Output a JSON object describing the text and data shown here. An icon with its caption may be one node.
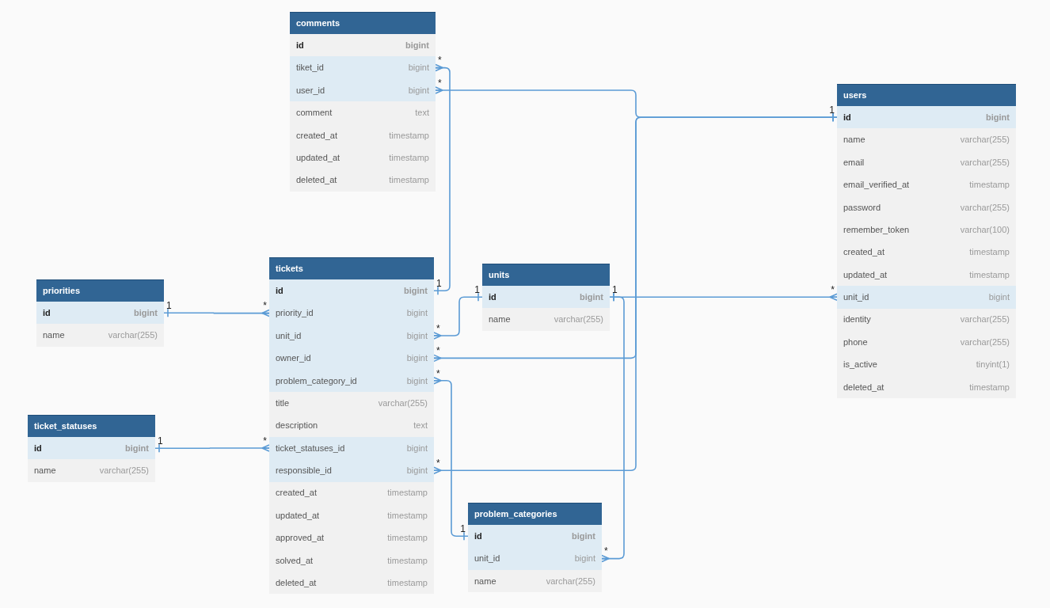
{
  "diagram": {
    "nodes": [
      {
        "text": [
          "comments"
        ]
      },
      {
        "text": [
          "id",
          "bigint"
        ],
        "in": 0
      },
      {
        "text": [
          "tiket_id",
          "bigint"
        ],
        "in": 0,
        "beside": [
          "*"
        ]
      },
      {
        "text": [
          "user_id",
          "bigint"
        ],
        "in": 0,
        "beside": [
          "*"
        ]
      },
      {
        "text": [
          "comment",
          "text"
        ],
        "in": 0
      },
      {
        "text": [
          "created_at",
          "timestamp"
        ],
        "in": 0
      },
      {
        "text": [
          "updated_at",
          "timestamp"
        ],
        "in": 0
      },
      {
        "text": [
          "deleted_at",
          "timestamp"
        ],
        "in": 0
      },
      {
        "text": [
          "users"
        ]
      },
      {
        "text": [
          "id",
          "bigint"
        ],
        "in": 8,
        "beside": [
          "1"
        ]
      },
      {
        "text": [
          "name",
          "varchar(255)"
        ],
        "in": 8
      },
      {
        "text": [
          "email",
          "varchar(255)"
        ],
        "in": 8
      },
      {
        "text": [
          "email_verified_at",
          "timestamp"
        ],
        "in": 8
      },
      {
        "text": [
          "password",
          "varchar(255)"
        ],
        "in": 8
      },
      {
        "text": [
          "remember_token",
          "varchar(100)"
        ],
        "in": 8
      },
      {
        "text": [
          "created_at",
          "timestamp"
        ],
        "in": 8
      },
      {
        "text": [
          "updated_at",
          "timestamp"
        ],
        "in": 8
      },
      {
        "text": [
          "unit_id",
          "bigint"
        ],
        "in": 8,
        "beside": [
          "*"
        ]
      },
      {
        "text": [
          "identity",
          "varchar(255)"
        ],
        "in": 8
      },
      {
        "text": [
          "phone",
          "varchar(255)"
        ],
        "in": 8
      },
      {
        "text": [
          "is_active",
          "tinyint(1)"
        ],
        "in": 8
      },
      {
        "text": [
          "deleted_at",
          "timestamp"
        ],
        "in": 8
      },
      {
        "text": [
          "priorities"
        ]
      },
      {
        "text": [
          "id",
          "bigint"
        ],
        "in": 22,
        "beside": [
          "1"
        ]
      },
      {
        "text": [
          "name",
          "varchar(255)"
        ],
        "in": 22
      },
      {
        "text": [
          "tickets"
        ]
      },
      {
        "text": [
          "id",
          "bigint"
        ],
        "in": 25,
        "beside": [
          "1"
        ]
      },
      {
        "text": [
          "priority_id",
          "bigint"
        ],
        "in": 25,
        "beside": [
          "*"
        ]
      },
      {
        "text": [
          "unit_id",
          "bigint"
        ],
        "in": 25,
        "beside": [
          "*"
        ]
      },
      {
        "text": [
          "owner_id",
          "bigint"
        ],
        "in": 25,
        "beside": [
          "*"
        ]
      },
      {
        "text": [
          "problem_category_id",
          "bigint"
        ],
        "in": 25,
        "beside": [
          "*"
        ]
      },
      {
        "text": [
          "title",
          "varchar(255)"
        ],
        "in": 25
      },
      {
        "text": [
          "description",
          "text"
        ],
        "in": 25
      },
      {
        "text": [
          "ticket_statuses_id",
          "bigint"
        ],
        "in": 25,
        "beside": [
          "*"
        ]
      },
      {
        "text": [
          "responsible_id",
          "bigint"
        ],
        "in": 25,
        "beside": [
          "*"
        ]
      },
      {
        "text": [
          "created_at",
          "timestamp"
        ],
        "in": 25
      },
      {
        "text": [
          "updated_at",
          "timestamp"
        ],
        "in": 25
      },
      {
        "text": [
          "approved_at",
          "timestamp"
        ],
        "in": 25
      },
      {
        "text": [
          "solved_at",
          "timestamp"
        ],
        "in": 25
      },
      {
        "text": [
          "deleted_at",
          "timestamp"
        ],
        "in": 25
      },
      {
        "text": [
          "units"
        ]
      },
      {
        "text": [
          "id",
          "bigint"
        ],
        "in": 40,
        "beside": [
          "1",
          "1"
        ]
      },
      {
        "text": [
          "name",
          "varchar(255)"
        ],
        "in": 40
      },
      {
        "text": [
          "ticket_statuses"
        ]
      },
      {
        "text": [
          "id",
          "bigint"
        ],
        "in": 43,
        "beside": [
          "1"
        ]
      },
      {
        "text": [
          "name",
          "varchar(255)"
        ],
        "in": 43
      },
      {
        "text": [
          "problem_categories"
        ]
      },
      {
        "text": [
          "id",
          "bigint"
        ],
        "in": 46,
        "beside": [
          "1"
        ]
      },
      {
        "text": [
          "unit_id",
          "bigint"
        ],
        "in": 46,
        "beside": [
          "*"
        ]
      },
      {
        "text": [
          "name",
          "varchar(255)"
        ],
        "in": 46
      }
    ],
    "edges": [
      {
        "from": 2,
        "to": 26,
        "arrow": "other"
      },
      {
        "from": 3,
        "to": 9,
        "arrow": "other"
      },
      {
        "from": 27,
        "to": 23,
        "arrow": "other"
      },
      {
        "from": 28,
        "to": 41,
        "arrow": "other"
      },
      {
        "from": 29,
        "to": 9,
        "arrow": "other"
      },
      {
        "from": 30,
        "to": 47,
        "arrow": "other"
      },
      {
        "from": 33,
        "to": 44,
        "arrow": "other"
      },
      {
        "from": 34,
        "to": 9,
        "arrow": "other"
      },
      {
        "from": 17,
        "to": 41,
        "arrow": "other"
      },
      {
        "from": 48,
        "to": 41,
        "arrow": "other"
      }
    ]
  }
}
